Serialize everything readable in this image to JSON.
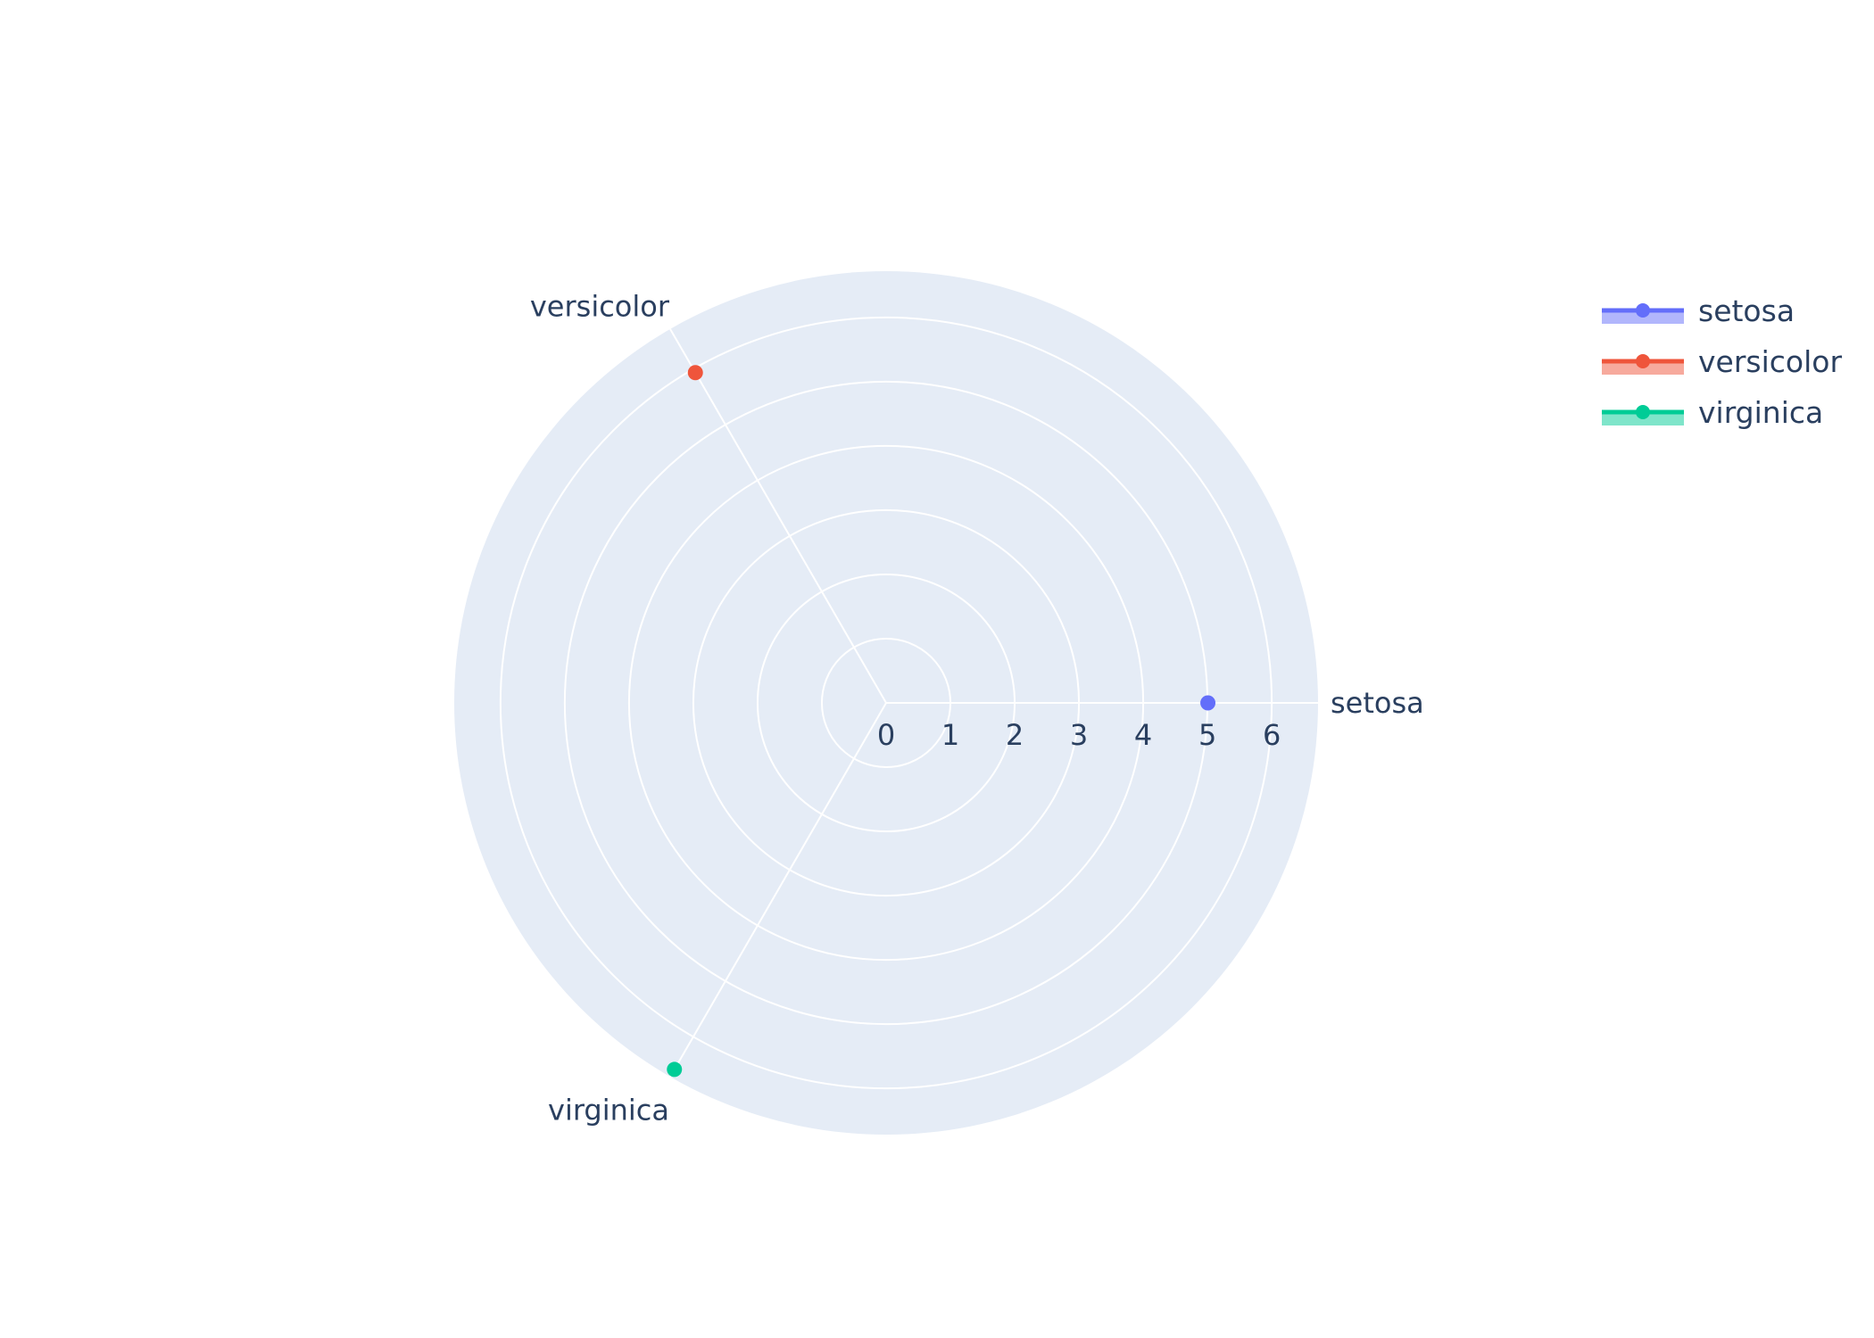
{
  "chart_data": {
    "type": "polar-scatter",
    "angular_categories": [
      "setosa",
      "versicolor",
      "virginica"
    ],
    "radial_axis": {
      "range": [
        0,
        6.72
      ],
      "ticks": [
        0,
        1,
        2,
        3,
        4,
        5,
        6
      ],
      "tick_labels": [
        "0",
        "1",
        "2",
        "3",
        "4",
        "5",
        "6"
      ]
    },
    "series": [
      {
        "name": "setosa",
        "theta": "setosa",
        "r": 5.006,
        "color": "#636efa"
      },
      {
        "name": "versicolor",
        "theta": "versicolor",
        "r": 5.936,
        "color": "#EF553B"
      },
      {
        "name": "virginica",
        "theta": "virginica",
        "r": 6.588,
        "color": "#00cc96"
      }
    ],
    "background_color": "#e5ecf6",
    "grid_color": "#ffffff",
    "grid": true,
    "legend_position": "top-right"
  }
}
